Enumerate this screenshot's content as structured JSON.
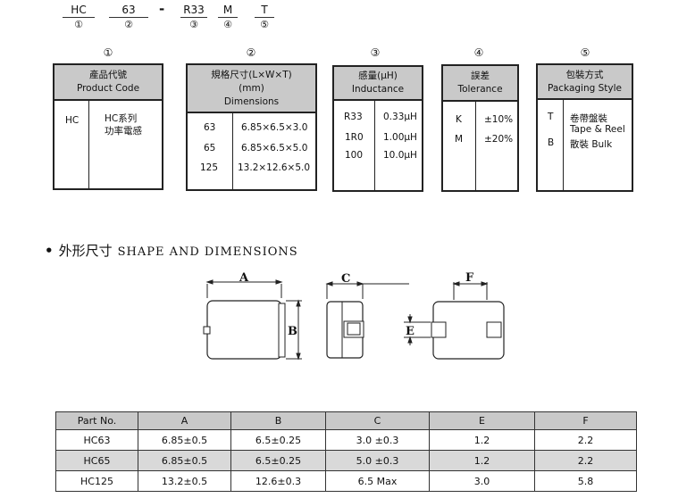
{
  "part_number": {
    "segments": [
      {
        "code": "HC",
        "num": "①"
      },
      {
        "code": "63",
        "num": "②"
      },
      {
        "code": "R33",
        "num": "③"
      },
      {
        "code": "M",
        "num": "④"
      },
      {
        "code": "T",
        "num": "⑤"
      }
    ],
    "dash": "-"
  },
  "circles": [
    "①",
    "②",
    "③",
    "④",
    "⑤"
  ],
  "boxes": {
    "product_code": {
      "title_cn": "產品代號",
      "title_en": "Product Code",
      "code": "HC",
      "desc_line1": "HC系列",
      "desc_line2": "功率電感"
    },
    "dimensions": {
      "title_cn": "規格尺寸(L×W×T)",
      "title_unit": "(mm)",
      "title_en": "Dimensions",
      "rows": [
        {
          "code": "63",
          "value": "6.85×6.5×3.0"
        },
        {
          "code": "65",
          "value": "6.85×6.5×5.0"
        },
        {
          "code": "125",
          "value": "13.2×12.6×5.0"
        }
      ]
    },
    "inductance": {
      "title_cn": "感量(μH)",
      "title_en": "Inductance",
      "rows": [
        {
          "code": "R33",
          "value": "0.33μH"
        },
        {
          "code": "1R0",
          "value": "1.00μH"
        },
        {
          "code": "100",
          "value": "10.0μH"
        }
      ]
    },
    "tolerance": {
      "title_cn": "誤差",
      "title_en": "Tolerance",
      "rows": [
        {
          "code": "K",
          "value": "±10%"
        },
        {
          "code": "M",
          "value": "±20%"
        }
      ]
    },
    "packaging": {
      "title_cn": "包裝方式",
      "title_en": "Packaging Style",
      "rows": [
        {
          "code": "T",
          "value_cn": "卷帶盤裝",
          "value_en": "Tape & Reel"
        },
        {
          "code": "B",
          "value_cn": "散裝 Bulk"
        }
      ]
    }
  },
  "section": {
    "bullet": "•",
    "title_cn": "外形尺寸",
    "title_en": "SHAPE AND DIMENSIONS"
  },
  "drawing_labels": {
    "a": "A",
    "b": "B",
    "c": "C",
    "e": "E",
    "f": "F"
  },
  "table": {
    "headers": [
      "Part No.",
      "A",
      "B",
      "C",
      "E",
      "F"
    ],
    "rows": [
      [
        "HC63",
        "6.85±0.5",
        "6.5±0.25",
        "3.0 ±0.3",
        "1.2",
        "2.2"
      ],
      [
        "HC65",
        "6.85±0.5",
        "6.5±0.25",
        "5.0 ±0.3",
        "1.2",
        "2.2"
      ],
      [
        "HC125",
        "13.2±0.5",
        "12.6±0.3",
        "6.5 Max",
        "3.0",
        "5.8"
      ]
    ]
  }
}
